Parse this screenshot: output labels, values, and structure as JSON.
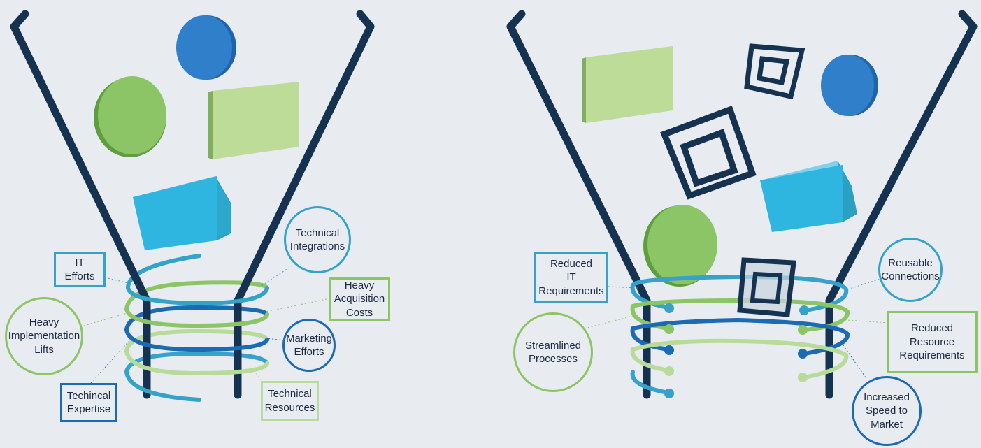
{
  "colors": {
    "background": "#e8ebef",
    "funnel": "#153350",
    "teal": "#35a3c9",
    "green": "#8cc565",
    "blue": "#1b6ab3",
    "light_green": "#b8db99",
    "shape_blue": "#2f7fcb",
    "shape_cyan": "#2eb6e0"
  },
  "left_diagram": {
    "labels": {
      "it_efforts": "IT\nEfforts",
      "heavy_implementation_lifts": "Heavy\nImplementation\nLifts",
      "techincal_expertise": "Techincal\nExpertise",
      "technical_integrations": "Technical\nIntegrations",
      "heavy_acquisition_costs": "Heavy\nAcquisition\nCosts",
      "marketing_efforts": "Marketing\nEfforts",
      "technical_resources": "Technical\nResources"
    }
  },
  "right_diagram": {
    "labels": {
      "reduced_it_requirements": "Reduced\nIT\nRequirements",
      "streamlined_processes": "Streamlined\nProcesses",
      "reusable_connections": "Reusable\nConnections",
      "reduced_resource_requirements": "Reduced\nResource\nRequirements",
      "increased_speed_to_market": "Increased\nSpeed to\nMarket"
    }
  }
}
